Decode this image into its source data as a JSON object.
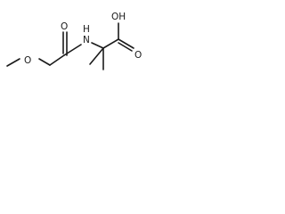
{
  "molecule": {
    "atoms": {
      "methoxy_oxygen": "O",
      "amide_oxygen": "O",
      "amide_nitrogen": "N",
      "amide_hydrogen": "H",
      "acid_hydroxyl": "OH",
      "acid_oxygen": "O"
    }
  }
}
